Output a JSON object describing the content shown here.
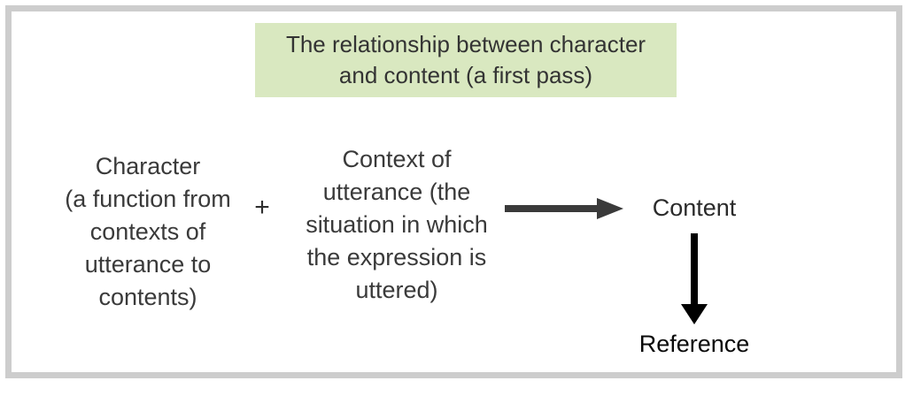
{
  "figure": {
    "title": "The relationship between character\nand content (a first pass)",
    "banner_color": "#d9e8c0",
    "frame_color": "#cdcdcd",
    "background_color": "#ffffff"
  },
  "nodes": {
    "character": "Character\n(a function from\ncontexts of\nutterance to\ncontents)",
    "operator": "+",
    "context": "Context of\nutterance (the\nsituation in which\nthe expression is\nuttered)",
    "content": "Content",
    "reference": "Reference"
  },
  "arrows": {
    "horizontal_color": "#3a3a3a",
    "vertical_color": "#000000"
  }
}
